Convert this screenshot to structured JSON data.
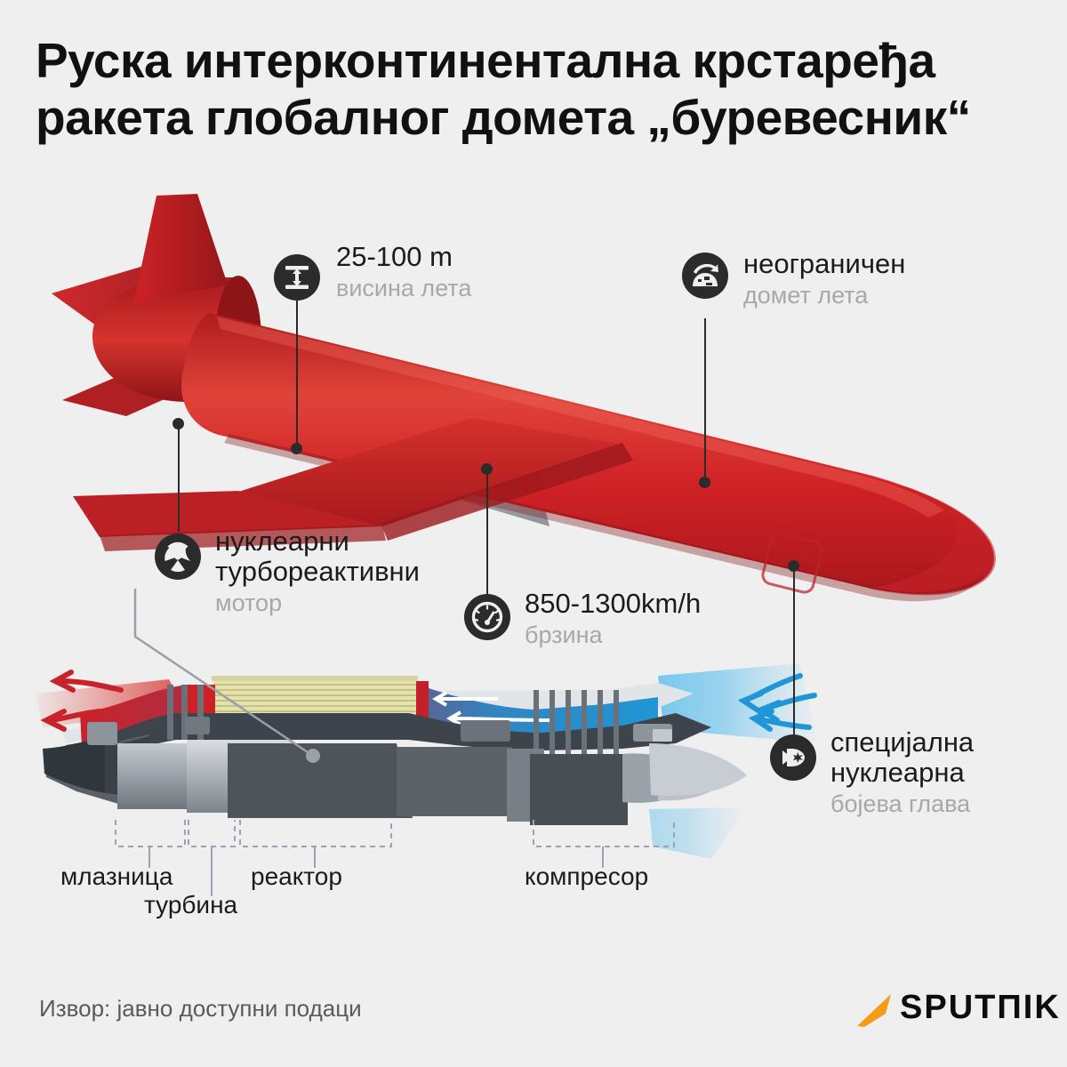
{
  "title": {
    "line1": "Руска интерконтинентална крстаређа",
    "line2": "ракета глобалног домета „буревесник“"
  },
  "callouts": [
    {
      "id": "altitude",
      "icon": "altitude-arrows-icon",
      "main": "25-100 m",
      "sub": "висина лета"
    },
    {
      "id": "range",
      "icon": "globe-arrow-icon",
      "main": "неограничен",
      "sub": "домет лета"
    },
    {
      "id": "engine",
      "icon": "radiation-icon",
      "main_l1": "нуклеарни",
      "main_l2": "турбореактивни",
      "sub": "мотор"
    },
    {
      "id": "speed",
      "icon": "speedometer-icon",
      "main": "850-1300km/h",
      "sub": "брзина"
    },
    {
      "id": "warhead",
      "icon": "warhead-icon",
      "main_l1": "специјална",
      "main_l2": "нуклеарна",
      "sub": "бојева глава"
    }
  ],
  "part_labels": {
    "nozzle": "млазница",
    "turbine": "турбина",
    "reactor": "реактор",
    "compressor": "компресор"
  },
  "footer": {
    "source": "Извор: јавно доступни подаци",
    "brand": "SPUTΠIK"
  },
  "colors": {
    "background": "#efefef",
    "body_red": "#cc1f22",
    "body_red_light": "#e2453c",
    "badge": "#2b2b2b",
    "sub_text": "#a8a8a8",
    "main_text": "#1b1b1b",
    "intake_blue": "#2196d6",
    "exhaust_red": "#c8232a",
    "reactor_yellow": "#e3dfa8",
    "metal_gray": "#9aa1a8",
    "brand_orange": "#f59b14"
  }
}
